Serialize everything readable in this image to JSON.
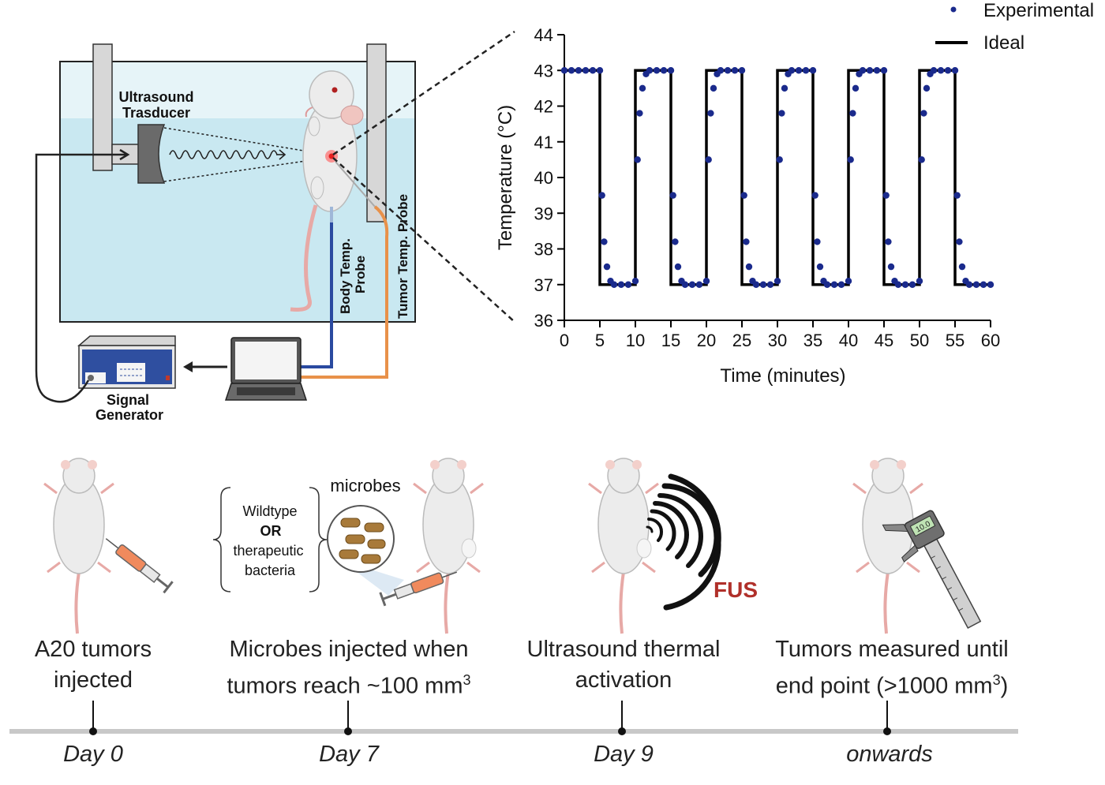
{
  "setup": {
    "transducer_label": [
      "Ultrasound",
      "Trasducer"
    ],
    "body_probe_label": [
      "Body Temp.",
      "Probe"
    ],
    "tumor_probe_label": "Tumor Temp. Probe",
    "generator_label": [
      "Signal",
      "Generator"
    ]
  },
  "chart_data": {
    "type": "line",
    "xlabel": "Time (minutes)",
    "ylabel": "Temperature (°C)",
    "xlim": [
      0,
      60
    ],
    "ylim": [
      36,
      44
    ],
    "xticks": [
      0,
      5,
      10,
      15,
      20,
      25,
      30,
      35,
      40,
      45,
      50,
      55,
      60
    ],
    "yticks": [
      36,
      37,
      38,
      39,
      40,
      41,
      42,
      43,
      44
    ],
    "legend_position": "top-right",
    "grid": false,
    "colors": {
      "experimental": "#1a2a8c",
      "ideal": "#000000"
    },
    "series": [
      {
        "name": "Experimental",
        "style": "points",
        "x": [
          0,
          1,
          2,
          3,
          4,
          5,
          5.3,
          5.6,
          6,
          6.5,
          7,
          8,
          9,
          10,
          10.3,
          10.6,
          11,
          11.5,
          12,
          13,
          14,
          15,
          15.3,
          15.6,
          16,
          16.5,
          17,
          18,
          19,
          20,
          20.3,
          20.6,
          21,
          21.5,
          22,
          23,
          24,
          25,
          25.3,
          25.6,
          26,
          26.5,
          27,
          28,
          29,
          30,
          30.3,
          30.6,
          31,
          31.5,
          32,
          33,
          34,
          35,
          35.3,
          35.6,
          36,
          36.5,
          37,
          38,
          39,
          40,
          40.3,
          40.6,
          41,
          41.5,
          42,
          43,
          44,
          45,
          45.3,
          45.6,
          46,
          46.5,
          47,
          48,
          49,
          50,
          50.3,
          50.6,
          51,
          51.5,
          52,
          53,
          54,
          55,
          55.3,
          55.6,
          56,
          56.5,
          57,
          58,
          59,
          60
        ],
        "y": [
          43,
          43,
          43,
          43,
          43,
          43,
          39.5,
          38.2,
          37.5,
          37.1,
          37,
          37,
          37,
          37.1,
          40.5,
          41.8,
          42.5,
          42.9,
          43,
          43,
          43,
          43,
          39.5,
          38.2,
          37.5,
          37.1,
          37,
          37,
          37,
          37.1,
          40.5,
          41.8,
          42.5,
          42.9,
          43,
          43,
          43,
          43,
          39.5,
          38.2,
          37.5,
          37.1,
          37,
          37,
          37,
          37.1,
          40.5,
          41.8,
          42.5,
          42.9,
          43,
          43,
          43,
          43,
          39.5,
          38.2,
          37.5,
          37.1,
          37,
          37,
          37,
          37.1,
          40.5,
          41.8,
          42.5,
          42.9,
          43,
          43,
          43,
          43,
          39.5,
          38.2,
          37.5,
          37.1,
          37,
          37,
          37,
          37.1,
          40.5,
          41.8,
          42.5,
          42.9,
          43,
          43,
          43,
          43,
          39.5,
          38.2,
          37.5,
          37.1,
          37,
          37,
          37,
          37
        ]
      },
      {
        "name": "Ideal",
        "style": "step",
        "x": [
          0,
          5,
          5,
          10,
          10,
          15,
          15,
          20,
          20,
          25,
          25,
          30,
          30,
          35,
          35,
          40,
          40,
          45,
          45,
          50,
          50,
          55,
          55,
          60
        ],
        "y": [
          43,
          43,
          37,
          37,
          43,
          43,
          37,
          37,
          43,
          43,
          37,
          37,
          43,
          43,
          37,
          37,
          43,
          43,
          37,
          37,
          43,
          43,
          37,
          37
        ]
      }
    ]
  },
  "timeline": {
    "stages": [
      {
        "caption_lines": [
          "A20 tumors",
          "injected"
        ],
        "day": "Day 0"
      },
      {
        "caption_lines": [
          "Microbes injected when",
          "tumors reach ~100 mm"
        ],
        "sup": "3",
        "day": "Day 7"
      },
      {
        "caption_lines": [
          "Ultrasound thermal",
          "activation"
        ],
        "day": "Day 9"
      },
      {
        "caption_lines": [
          "Tumors  measured until",
          "end point (>1000 mm"
        ],
        "sup": "3",
        "close": ")",
        "day": "onwards"
      }
    ],
    "microbes_label": "microbes",
    "bacteria_options": [
      "Wildtype",
      "OR",
      "therapeutic",
      "bacteria"
    ],
    "fus_label": "FUS",
    "caliper_reading": "10.0"
  }
}
